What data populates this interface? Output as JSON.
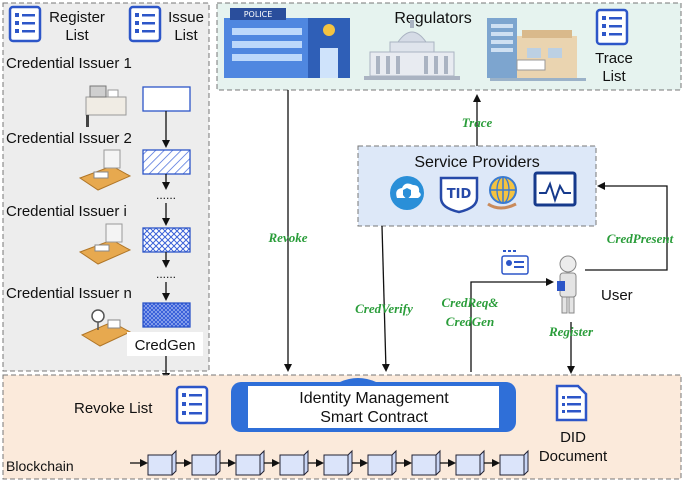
{
  "issuer_panel": {
    "register_list": [
      "Register",
      "List"
    ],
    "issue_list": [
      "Issue",
      "List"
    ],
    "issuers": [
      "Credential Issuer 1",
      "Credential Issuer 2",
      "Credential Issuer i",
      "Credential Issuer n"
    ],
    "ellipsis": "......",
    "credgen": "CredGen"
  },
  "regulators": {
    "title": "Regulators",
    "police_sign": "POLICE",
    "trace_list": [
      "Trace",
      "List"
    ]
  },
  "service_providers": {
    "title": "Service Providers",
    "tid_logo": "TID"
  },
  "edges": {
    "trace": "Trace",
    "revoke": "Revoke",
    "cred_verify": "CredVerify",
    "cred_req": "CredReq&",
    "cred_gen": "CredGen",
    "register": "Register",
    "cred_present": "CredPresent"
  },
  "user": {
    "label": "User"
  },
  "blockchain": {
    "revoke_list": "Revoke List",
    "contract": [
      "Identity Management",
      "Smart Contract"
    ],
    "did_document": [
      "DID",
      "Document"
    ],
    "label": "Blockchain"
  },
  "colors": {
    "panel_gray": "#ededed",
    "regulator_bg": "#e6f3ef",
    "provider_bg": "#dde8f8",
    "blockchain_bg": "#fbeadb",
    "accent_blue": "#2d56c8",
    "edge_green": "#2a9d3a"
  }
}
